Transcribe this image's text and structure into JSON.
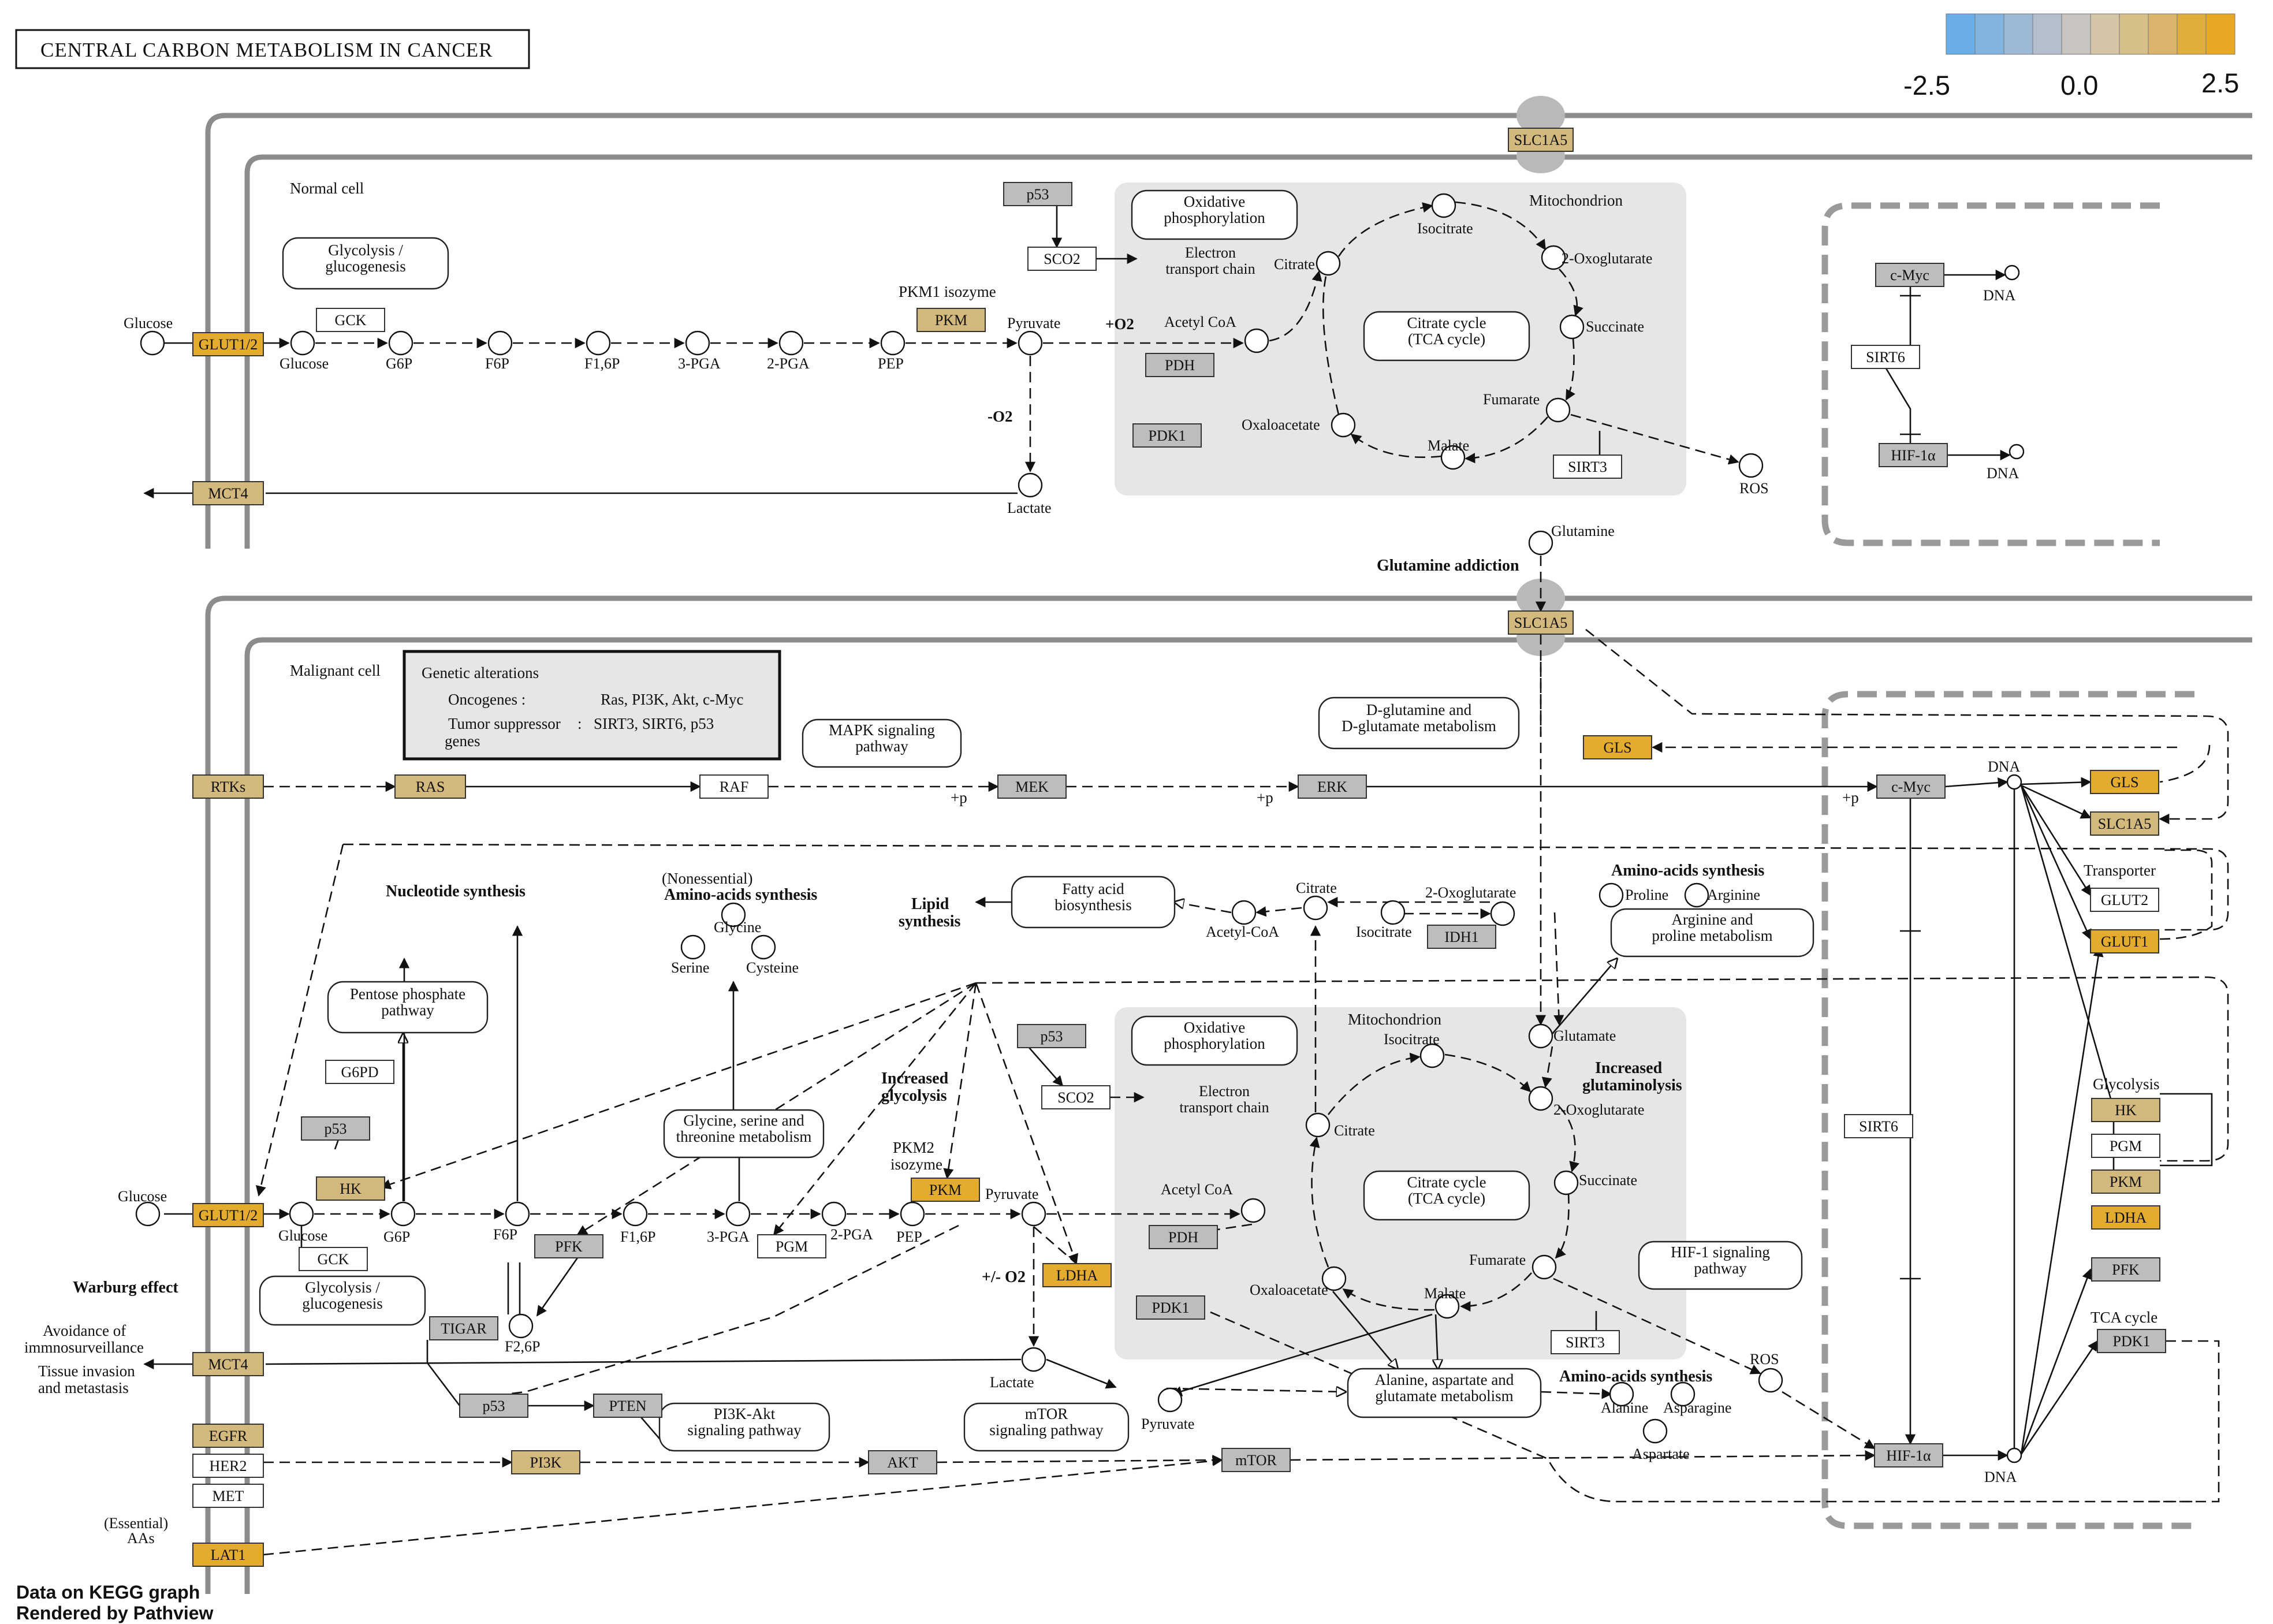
{
  "title": "CENTRAL CARBON METABOLISM IN CANCER",
  "legend": {
    "min_label": "-2.5",
    "mid_label": "0.0",
    "max_label": "2.5",
    "colors": [
      "#6aaee8",
      "#83b4e0",
      "#9cbad6",
      "#b4bfcd",
      "#c8c5c0",
      "#d3c5a6",
      "#d6c08a",
      "#d9b46a",
      "#deaf3c",
      "#e7a823"
    ]
  },
  "colors": {
    "gene_gold": "#e4ac2e",
    "gene_tan": "#d3b97d",
    "gene_gray": "#bdbdbd",
    "gene_white": "#ffffff",
    "mito_fill": "#e6e6e6",
    "wall": "#8c8c8c"
  },
  "footer": {
    "line1": "Data on KEGG graph",
    "line2": "Rendered by Pathview"
  },
  "regions": {
    "normal_cell": "Normal cell",
    "malignant_cell": "Malignant cell",
    "mitochondrion": "Mitochondrion",
    "glutamine_addiction": "Glutamine addiction",
    "warburg_effect": "Warburg effect",
    "increased_glycolysis": "Increased glycolysis",
    "increased_glutaminolysis": "Increased glutaminolysis",
    "nucleotide_synthesis": "Nucleotide synthesis",
    "lipid_synthesis": "Lipid synthesis",
    "amino_acids_synthesis": "Amino-acids synthesis",
    "nonessential": "(Nonessential)",
    "transporter": "Transporter",
    "glycolysis_group": "Glycolysis",
    "tca_cycle_group": "TCA cycle",
    "avoidance": "Avoidance of immnosurveillance",
    "tissue_invasion": "Tissue invasion and metastasis",
    "pkm1_isozyme": "PKM1 isozyme",
    "pkm2_isozyme": "PKM2 isozyme",
    "plus_o2": "+O2",
    "minus_o2": "-O2",
    "plusminus_o2": "+/- O2",
    "plus_p": "+p",
    "essential_aas": "(Essential) AAs"
  },
  "genetic_alterations": {
    "heading": "Genetic alterations",
    "oncogenes_label": "Oncogenes :",
    "oncogenes_value": "Ras, PI3K, Akt, c-Myc",
    "suppressor_label": "Tumor suppressor",
    "suppressor_label2": "genes",
    "suppressor_colon": ":",
    "suppressor_value": "SIRT3, SIRT6, p53"
  },
  "genes": {
    "slc1a5_top": "SLC1A5",
    "glut1_2_top": "GLUT1/2",
    "mct4_top": "MCT4",
    "gck_top": "GCK",
    "pkm_top": "PKM",
    "p53_top": "p53",
    "sco2_top": "SCO2",
    "pdh_top": "PDH",
    "pdk1_top": "PDK1",
    "sirt3_top": "SIRT3",
    "cmyc_top": "c-Myc",
    "sirt6_top": "SIRT6",
    "hif1a_top": "HIF-1α",
    "slc1a5_mid": "SLC1A5",
    "rtks": "RTKs",
    "ras": "RAS",
    "raf": "RAF",
    "mek": "MEK",
    "erk": "ERK",
    "gls_mid": "GLS",
    "cmyc_mal": "c-Myc",
    "gls_nuc": "GLS",
    "slc1a5_nuc": "SLC1A5",
    "glut2_nuc": "GLUT2",
    "glut1_nuc": "GLUT1",
    "idh1": "IDH1",
    "g6pd": "G6PD",
    "p53_mal_a": "p53",
    "hk_mal": "HK",
    "glut1_2_mal": "GLUT1/2",
    "gck_mal": "GCK",
    "pfk_mal": "PFK",
    "tigar": "TIGAR",
    "pgm_mal": "PGM",
    "pkm_mal": "PKM",
    "ldha_mal": "LDHA",
    "p53_mal_b": "p53",
    "sco2_mal": "SCO2",
    "pdh_mal": "PDH",
    "pdk1_mal": "PDK1",
    "sirt3_mal": "SIRT3",
    "sirt6_mal": "SIRT6",
    "hk_nuc": "HK",
    "pgm_nuc": "PGM",
    "pkm_nuc": "PKM",
    "ldha_nuc": "LDHA",
    "pfk_nuc": "PFK",
    "pdk1_nuc": "PDK1",
    "mct4_mal": "MCT4",
    "egfr": "EGFR",
    "her2": "HER2",
    "met": "MET",
    "lat1": "LAT1",
    "p53_mal_c": "p53",
    "pten": "PTEN",
    "pi3k": "PI3K",
    "akt": "AKT",
    "mtor": "mTOR",
    "hif1a_mal": "HIF-1α"
  },
  "pathways": {
    "glycolysis_top": [
      "Glycolysis /",
      "glucogenesis"
    ],
    "oxphos_top": [
      "Oxidative",
      "phosphorylation"
    ],
    "tca_top": [
      "Citrate cycle",
      "(TCA cycle)"
    ],
    "mapk": [
      "MAPK signaling",
      "pathway"
    ],
    "dglutamine": [
      "D-glutamine and",
      "D-glutamate metabolism"
    ],
    "fatty_acid": [
      "Fatty acid",
      "biosynthesis"
    ],
    "arginine": [
      "Arginine and",
      "proline metabolism"
    ],
    "pentose": [
      "Pentose phosphate",
      "pathway"
    ],
    "glycine_ser": [
      "Glycine, serine and",
      "threonine metabolism"
    ],
    "oxphos_mal": [
      "Oxidative",
      "phosphorylation"
    ],
    "tca_mal": [
      "Citrate cycle",
      "(TCA cycle)"
    ],
    "hif1": [
      "HIF-1 signaling",
      "pathway"
    ],
    "glycolysis_mal": [
      "Glycolysis /",
      "glucogenesis"
    ],
    "alanine": [
      "Alanine, aspartate and",
      "glutamate metabolism"
    ],
    "pi3k_akt": [
      "PI3K-Akt",
      "signaling pathway"
    ],
    "mtor_path": [
      "mTOR",
      "signaling pathway"
    ]
  },
  "compounds": {
    "glucose_ext_top": "Glucose",
    "glucose_top": "Glucose",
    "g6p_top": "G6P",
    "f6p_top": "F6P",
    "f16p_top": "F1,6P",
    "pga3_top": "3-PGA",
    "pga2_top": "2-PGA",
    "pep_top": "PEP",
    "pyruvate_top": "Pyruvate",
    "lactate_top": "Lactate",
    "acetylcoa_top": "Acetyl CoA",
    "citrate_top": "Citrate",
    "isocitrate_top": "Isocitrate",
    "oxoglutarate_top": "2-Oxoglutarate",
    "succinate_top": "Succinate",
    "fumarate_top": "Fumarate",
    "malate_top": "Malate",
    "oxaloacetate_top": "Oxaloacetate",
    "ros_top": "ROS",
    "etc_top": "Electron transport chain",
    "dna_top1": "DNA",
    "dna_top2": "DNA",
    "glutamine": "Glutamine",
    "dna_mal": "DNA",
    "citrate_cyto": "Citrate",
    "oxoglut_cyto": "2-Oxoglutarate",
    "isocitrate_cyto": "Isocitrate",
    "acetylcoa_cyto": "Acetyl-CoA",
    "proline": "Proline",
    "arginine_c": "Arginine",
    "glycine": "Glycine",
    "serine": "Serine",
    "cysteine": "Cysteine",
    "glutamate": "Glutamate",
    "isocitrate_mal": "Isocitrate",
    "oxoglut_mal": "2-Oxoglutarate",
    "citrate_mal": "Citrate",
    "succinate_mal": "Succinate",
    "fumarate_mal": "Fumarate",
    "malate_mal": "Malate",
    "oxaloacetate_mal": "Oxaloacetate",
    "acetylcoa_mal": "Acetyl CoA",
    "etc_mal": "Electron transport chain",
    "glucose_ext_mal": "Glucose",
    "glucose_mal": "Glucose",
    "g6p_mal": "G6P",
    "f6p_mal": "F6P",
    "f16p_mal": "F1,6P",
    "f26p_mal": "F2,6P",
    "pga3_mal": "3-PGA",
    "pga2_mal": "2-PGA",
    "pep_mal": "PEP",
    "pyruvate_mal": "Pyruvate",
    "lactate_mal": "Lactate",
    "pyruvate_low": "Pyruvate",
    "ros_mal": "ROS",
    "alanine_c": "Alanine",
    "asparagine": "Asparagine",
    "aspartate": "Aspartate",
    "dna_low": "DNA"
  }
}
